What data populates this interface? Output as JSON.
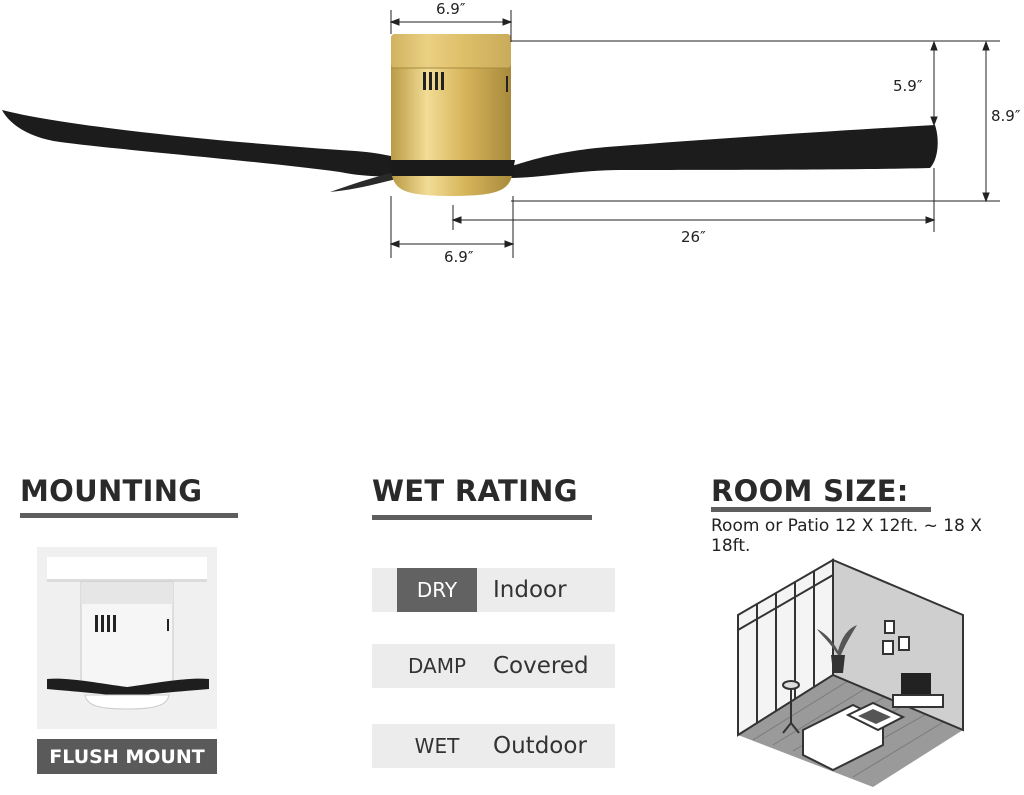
{
  "dimensions": {
    "top_width": "6.9″",
    "bottom_width": "6.9″",
    "height_small": "5.9″",
    "height_total": "8.9″",
    "blade_length": "26″"
  },
  "mounting": {
    "title": "MOUNTING",
    "label": "FLUSH MOUNT"
  },
  "wet_rating": {
    "title": "WET RATING",
    "rows": [
      {
        "tag": "DRY",
        "value": "Indoor",
        "active": true
      },
      {
        "tag": "DAMP",
        "value": "Covered",
        "active": false
      },
      {
        "tag": "WET",
        "value": "Outdoor",
        "active": false
      }
    ]
  },
  "room_size": {
    "title": "ROOM SIZE:",
    "subtitle": "Room or Patio 12 X 12ft. ~ 18 X 18ft."
  },
  "colors": {
    "gold": "#d8b85a",
    "blade": "#1e1e1e",
    "active_tag": "#626262",
    "row_bg": "#ececec"
  }
}
